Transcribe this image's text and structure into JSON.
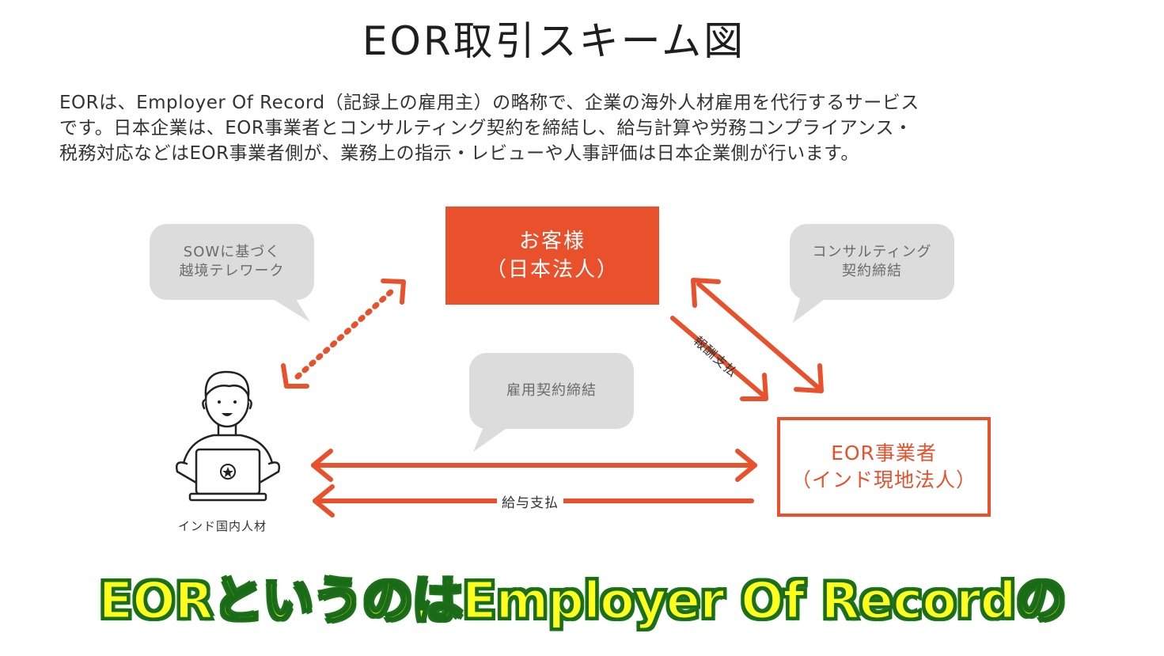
{
  "title": "EOR取引スキーム図",
  "description_lines": [
    "EORは、Employer Of Record（記録上の雇用主）の略称で、企業の海外人材雇用を代行するサービス",
    "です。日本企業は、EOR事業者とコンサルティング契約を締結し、給与計算や労務コンプライアンス・",
    "税務対応などはEOR事業者側が、業務上の指示・レビューや人事評価は日本企業側が行います。"
  ],
  "diagram": {
    "client_box": {
      "line1": "お客様",
      "line2": "（日本法人）"
    },
    "eor_box": {
      "line1": "EOR事業者",
      "line2": "（インド現地法人）"
    },
    "bubble_sow": {
      "line1": "SOWに基づく",
      "line2": "越境テレワーク"
    },
    "bubble_consulting": {
      "line1": "コンサルティング",
      "line2": "契約締結"
    },
    "bubble_employment": {
      "line1": "雇用契約締結"
    },
    "arrow_label_fee": "報酬支払",
    "arrow_label_salary": "給与支払",
    "person_label": "インド国内人材",
    "colors": {
      "accent": "#e8512b",
      "bubble": "#dcdcdc",
      "text": "#333333"
    }
  },
  "caption": "EORというのはEmployer Of Recordの"
}
